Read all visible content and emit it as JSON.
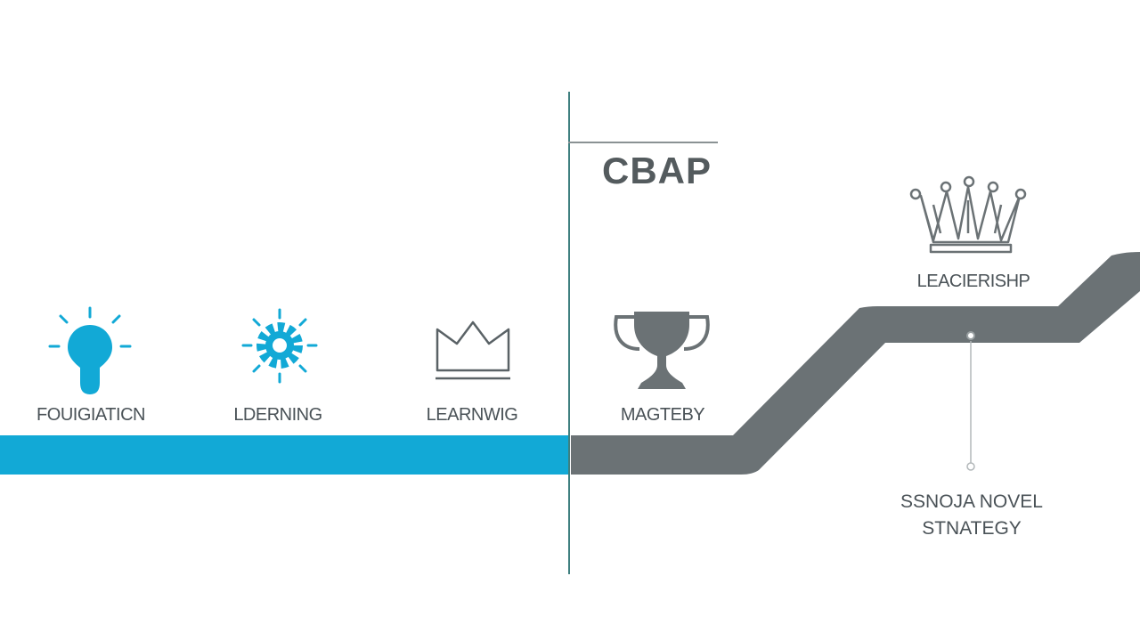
{
  "title": "CBAP",
  "stages": [
    {
      "label": "FOUIGIATICN",
      "icon": "lightbulb-icon",
      "color": "#12a9d6"
    },
    {
      "label": "LDERNING",
      "icon": "gear-icon",
      "color": "#12a9d6"
    },
    {
      "label": "LEARNWIG",
      "icon": "crown-outline-icon",
      "color": "#5a6266"
    },
    {
      "label": "MAGTEBY",
      "icon": "trophy-icon",
      "color": "#6b7275"
    },
    {
      "label": "LEACIERISHP",
      "icon": "crown-icon",
      "color": "#6b7275"
    }
  ],
  "callout": {
    "line1": "SSNOJA NOVEL",
    "line2": "STNATEGY"
  },
  "colors": {
    "accent_blue": "#12a9d6",
    "path_gray": "#6b7275",
    "divider": "#3f7f7f",
    "text": "#4a5257"
  }
}
